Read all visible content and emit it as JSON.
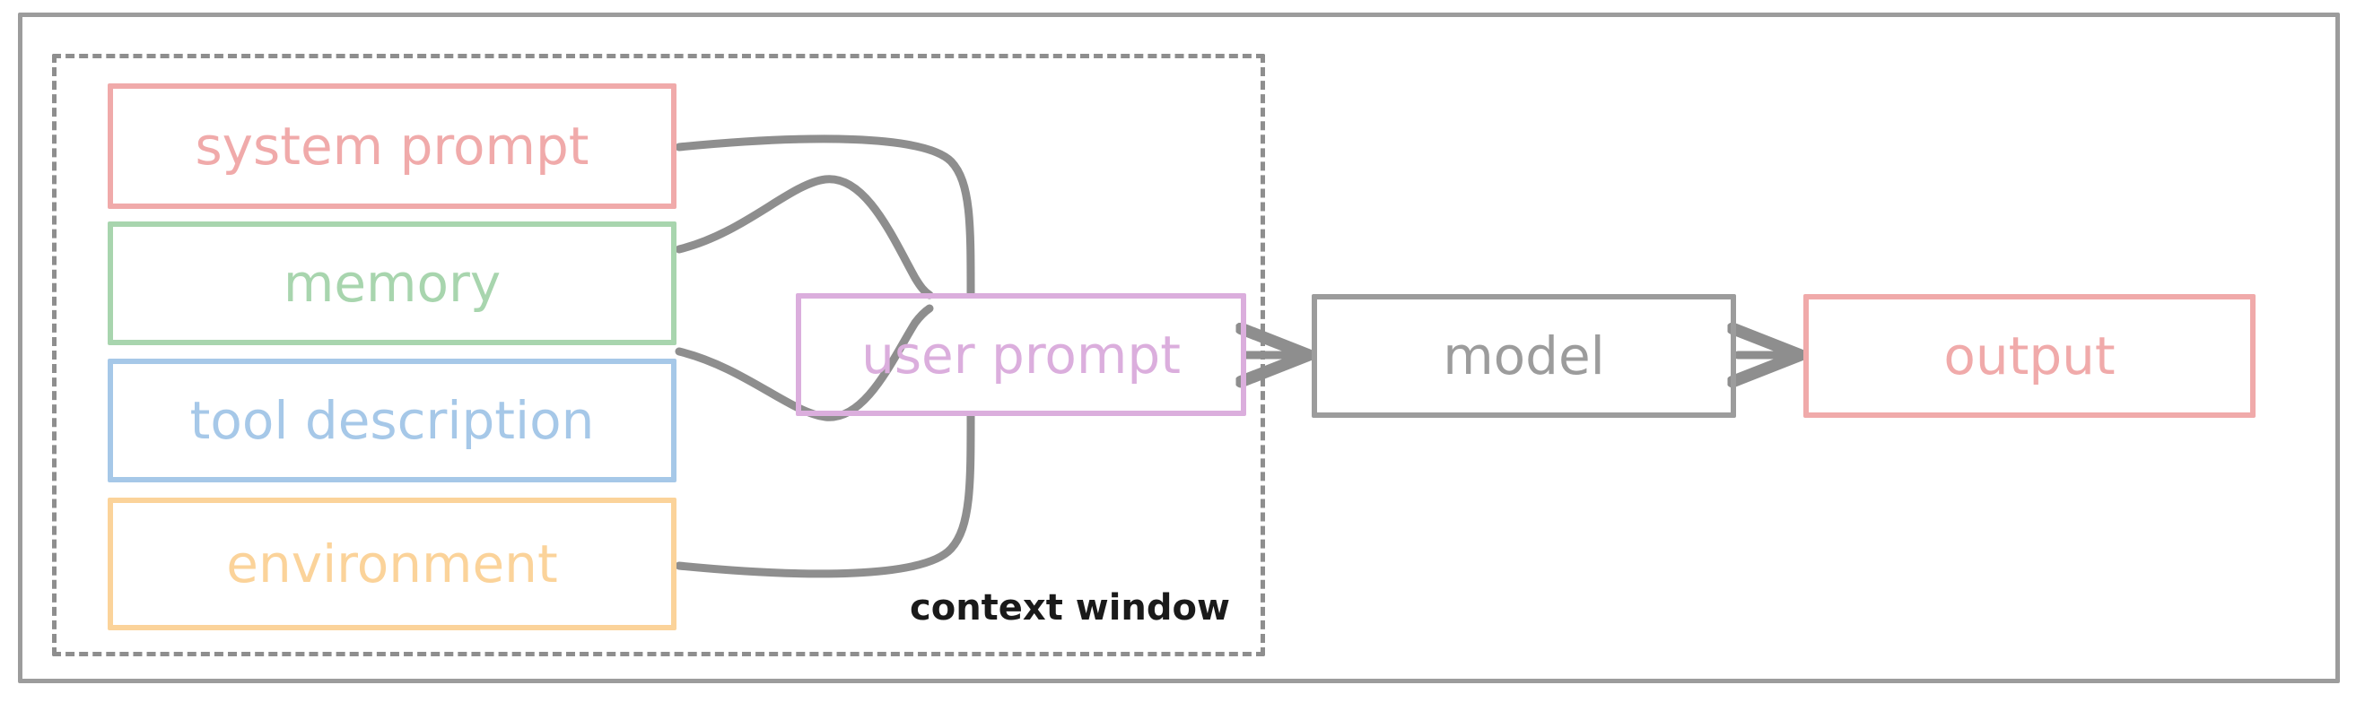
{
  "diagram": {
    "title": "context window feeding a model to produce output",
    "frame": {
      "outer_border_color": "#9c9c9c",
      "context_window_border_color": "#8e8e8e",
      "context_window_label": "context window",
      "context_window_label_color": "#1a1a1a"
    },
    "nodes": [
      {
        "id": "system-prompt",
        "label": "system prompt",
        "color": "#f0aaaa",
        "group": "context-window"
      },
      {
        "id": "memory",
        "label": "memory",
        "color": "#a8d5ae",
        "group": "context-window"
      },
      {
        "id": "tool-description",
        "label": "tool description",
        "color": "#a6c8e8",
        "group": "context-window"
      },
      {
        "id": "environment",
        "label": "environment",
        "color": "#fbd39a",
        "group": "context-window"
      },
      {
        "id": "user-prompt",
        "label": "user prompt",
        "color": "#dbaedd",
        "group": "context-window"
      },
      {
        "id": "model",
        "label": "model",
        "color": "#9c9c9c",
        "group": "pipeline"
      },
      {
        "id": "output",
        "label": "output",
        "color": "#f0aaaa",
        "group": "pipeline"
      }
    ],
    "edges": [
      {
        "from": "system-prompt",
        "to": "user-prompt",
        "arrow": false,
        "color": "#8e8e8e"
      },
      {
        "from": "memory",
        "to": "user-prompt",
        "arrow": false,
        "color": "#8e8e8e"
      },
      {
        "from": "tool-description",
        "to": "user-prompt",
        "arrow": false,
        "color": "#8e8e8e"
      },
      {
        "from": "environment",
        "to": "user-prompt",
        "arrow": false,
        "color": "#8e8e8e"
      },
      {
        "from": "user-prompt",
        "to": "model",
        "arrow": true,
        "color": "#8e8e8e"
      },
      {
        "from": "model",
        "to": "output",
        "arrow": true,
        "color": "#8e8e8e"
      }
    ]
  }
}
